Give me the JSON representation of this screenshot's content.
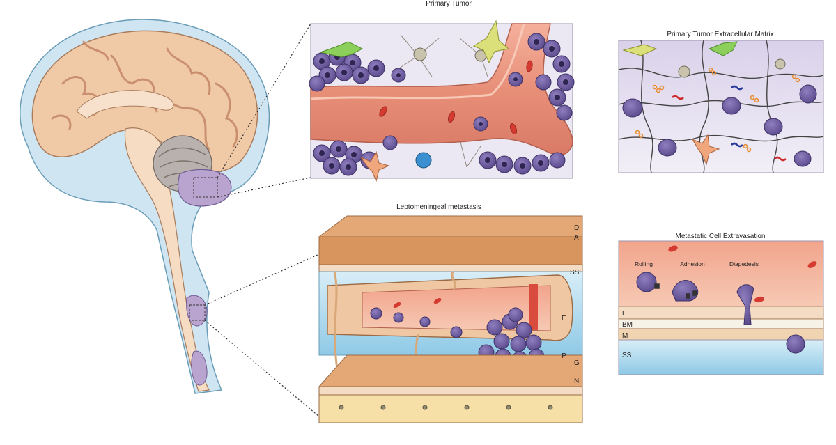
{
  "panels": {
    "primary_tumor": {
      "title": "Primary Tumor"
    },
    "ecm": {
      "title": "Primary Tumor Extracellular Matrix"
    },
    "lepto": {
      "title": "Leptomeningeal metastasis",
      "layer_labels": {
        "d": "D",
        "a": "A",
        "ss": "SS",
        "e": "E",
        "p": "P",
        "g": "G",
        "n": "N"
      }
    },
    "extravasation": {
      "title": "Metastatic Cell Extravasation",
      "steps": {
        "rolling": "Rolling",
        "adhesion": "Adhesion",
        "diapedesis": "Diapedesis"
      },
      "layer_labels": {
        "e": "E",
        "bm": "BM",
        "m": "M",
        "ss": "SS"
      }
    }
  },
  "colors": {
    "brain_tissue": "#f0c9a6",
    "csf": "#cfe6f2",
    "tumor_purple": "#b9a3cf",
    "cell_dark": "#5a4a8c",
    "vessel_red": "#e98f79",
    "rbc": "#d43a2f",
    "matrix_bg": "#e2dcee",
    "dura_orange": "#d9955e",
    "ss_blue": "#bfe2f1"
  }
}
